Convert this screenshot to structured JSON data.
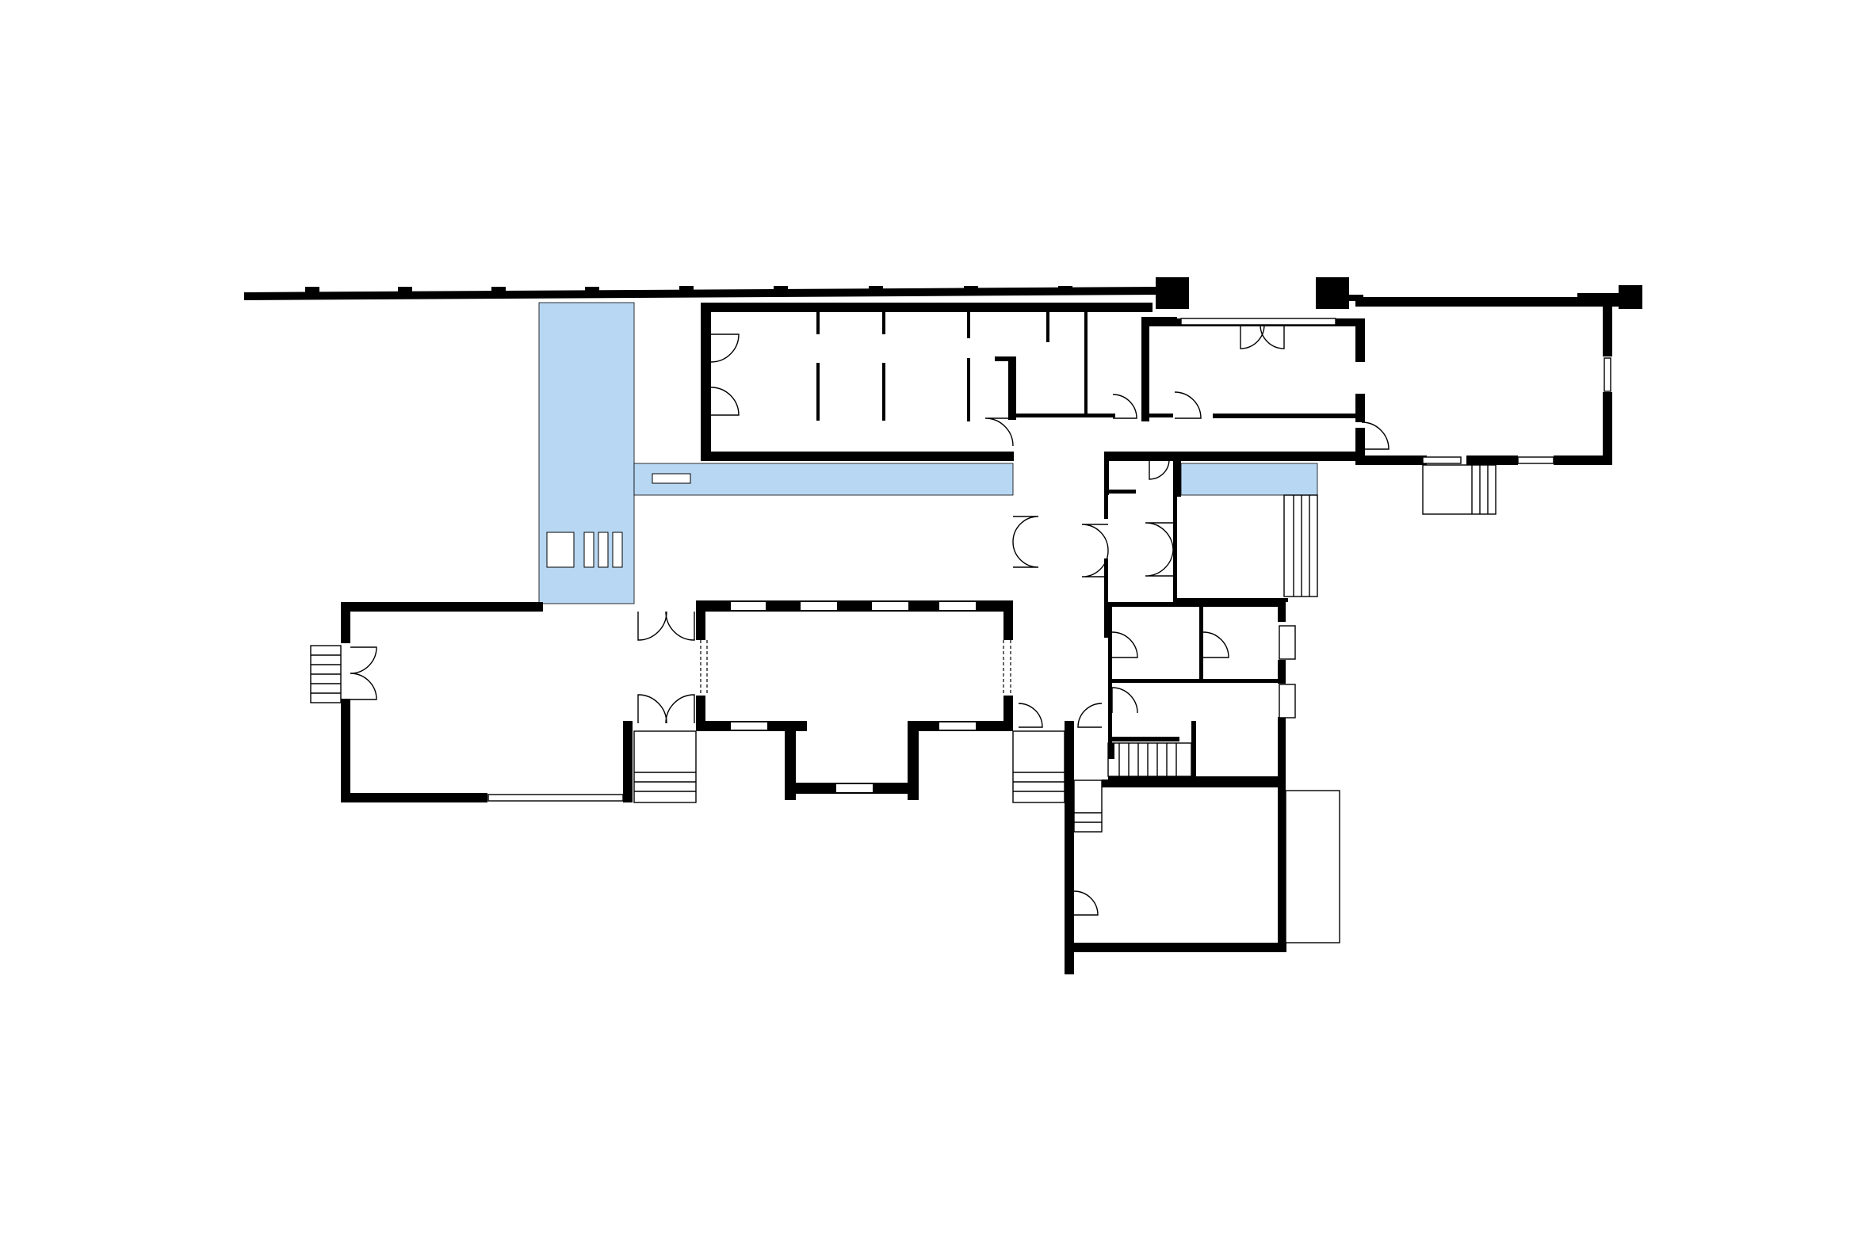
{
  "drawing": {
    "type": "floor-plan",
    "background": "#ffffff",
    "wall_color": "#000000",
    "highlight_color": "#b7d7f2",
    "highlighted_zones": [
      "west-corridor",
      "north-corridor",
      "east-corridor"
    ],
    "fixtures": [
      "square-fixture",
      "narrow-fixture",
      "narrow-fixture",
      "narrow-fixture",
      "bench"
    ],
    "legend_text": []
  }
}
